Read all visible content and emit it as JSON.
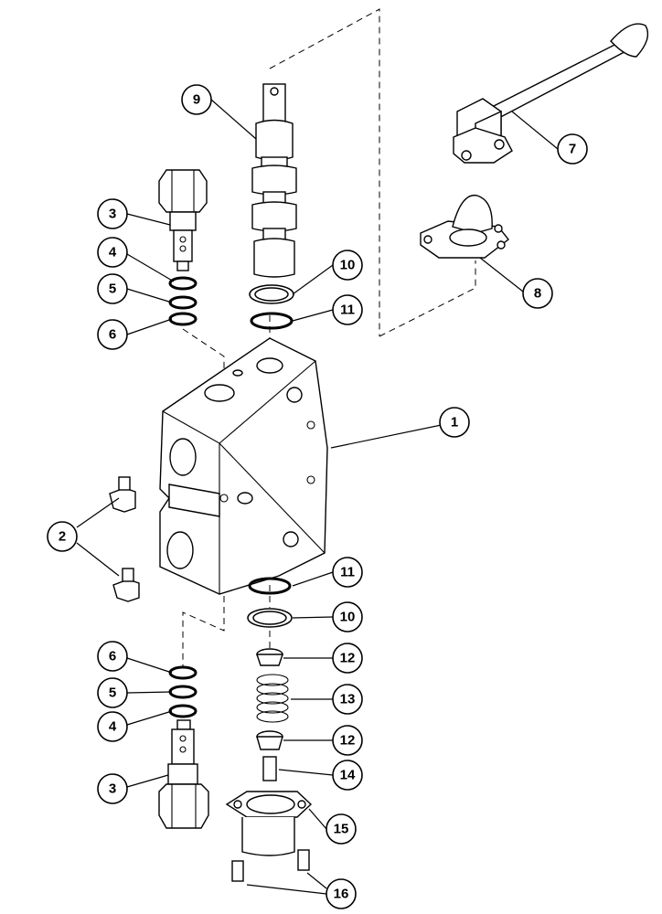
{
  "callouts": [
    {
      "id": "c1",
      "label": "1"
    },
    {
      "id": "c2",
      "label": "2"
    },
    {
      "id": "c3a",
      "label": "3"
    },
    {
      "id": "c3b",
      "label": "3"
    },
    {
      "id": "c4a",
      "label": "4"
    },
    {
      "id": "c4b",
      "label": "4"
    },
    {
      "id": "c5a",
      "label": "5"
    },
    {
      "id": "c5b",
      "label": "5"
    },
    {
      "id": "c6a",
      "label": "6"
    },
    {
      "id": "c6b",
      "label": "6"
    },
    {
      "id": "c7",
      "label": "7"
    },
    {
      "id": "c8",
      "label": "8"
    },
    {
      "id": "c9",
      "label": "9"
    },
    {
      "id": "c10a",
      "label": "10"
    },
    {
      "id": "c10b",
      "label": "10"
    },
    {
      "id": "c11a",
      "label": "11"
    },
    {
      "id": "c11b",
      "label": "11"
    },
    {
      "id": "c12a",
      "label": "12"
    },
    {
      "id": "c12b",
      "label": "12"
    },
    {
      "id": "c13",
      "label": "13"
    },
    {
      "id": "c14",
      "label": "14"
    },
    {
      "id": "c15",
      "label": "15"
    },
    {
      "id": "c16",
      "label": "16"
    }
  ]
}
